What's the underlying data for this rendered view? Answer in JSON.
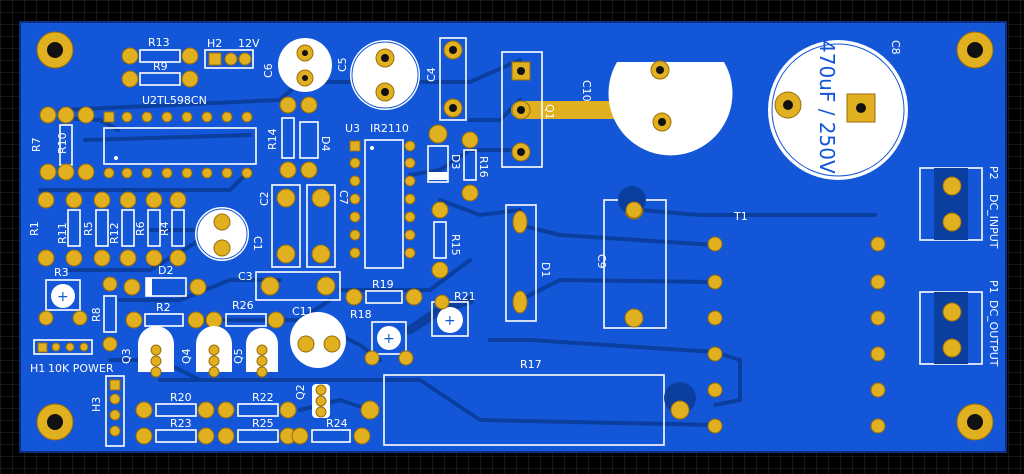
{
  "colors": {
    "background": "#000000",
    "grid": "#2a2a2a",
    "board": "#1356d8",
    "track": "#0a3fa0",
    "silkscreen": "#ffffff",
    "pad": "#e0b020"
  },
  "labels": {
    "R13": "R13",
    "R9": "R9",
    "H2": "H2",
    "H2_12V": "12V",
    "U2": "U2TL598CN",
    "C6": "C6",
    "C5": "C5",
    "C4": "C4",
    "Q1": "Q1",
    "C10": "C10",
    "C8": "C8",
    "C8_value": "470uF / 250V",
    "R7": "R7",
    "R10": "R10",
    "R14": "R14",
    "D4": "D4",
    "U3": "U3",
    "U3_part": "IR2110",
    "D3": "D3",
    "R16": "R16",
    "P2": "P2",
    "P2_name": "DC_INPUT",
    "R1": "R1",
    "R11": "R11",
    "R5": "R5",
    "R12": "R12",
    "R6": "R6",
    "R4": "R4",
    "C1": "C1",
    "C2": "C2",
    "C7": "C7",
    "R15": "R15",
    "D1": "D1",
    "C9": "C9",
    "T1": "T1",
    "R3": "R3",
    "D2": "D2",
    "C3": "C3",
    "R19": "R19",
    "R21": "R21",
    "R8": "R8",
    "R2": "R2",
    "R26": "R26",
    "C11": "C11",
    "R18": "R18",
    "P1": "P1",
    "P1_name": "DC_OUTPUT",
    "H1": "H1",
    "H1_text": "10K POWER",
    "Q3": "Q3",
    "Q4": "Q4",
    "Q5": "Q5",
    "R17": "R17",
    "Q2": "Q2",
    "H3": "H3",
    "R20": "R20",
    "R22": "R22",
    "R23": "R23",
    "R25": "R25",
    "R24": "R24"
  }
}
